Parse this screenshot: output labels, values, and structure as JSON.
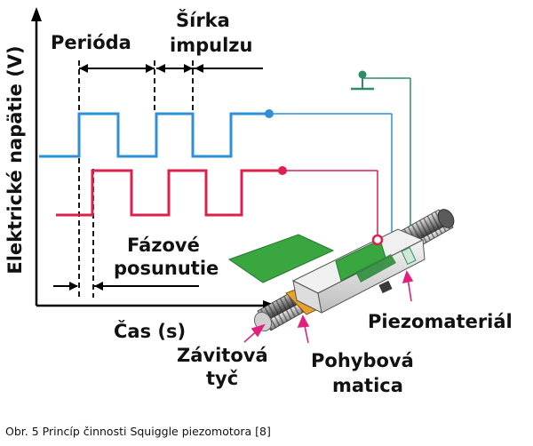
{
  "labels": {
    "y_axis": "Elektrické napätie (V)",
    "x_axis": "Čas (s)",
    "period": "Perióda",
    "pulse_width_line1": "Šírka",
    "pulse_width_line2": "impulzu",
    "phase_line1": "Fázové",
    "phase_line2": "posunutie",
    "piezo": "Piezomateriál",
    "rod_line1": "Závitová",
    "rod_line2": "tyč",
    "nut_line1": "Pohybová",
    "nut_line2": "matica"
  },
  "caption": "Obr. 5 Princíp činnosti Squiggle piezomotora [8]",
  "colors": {
    "blue_signal": "#2f8fd8",
    "red_signal": "#d9224e",
    "green_lead": "#2e8b6a",
    "nut_orange": "#e8a02e",
    "arrow_magenta": "#e0207c"
  }
}
